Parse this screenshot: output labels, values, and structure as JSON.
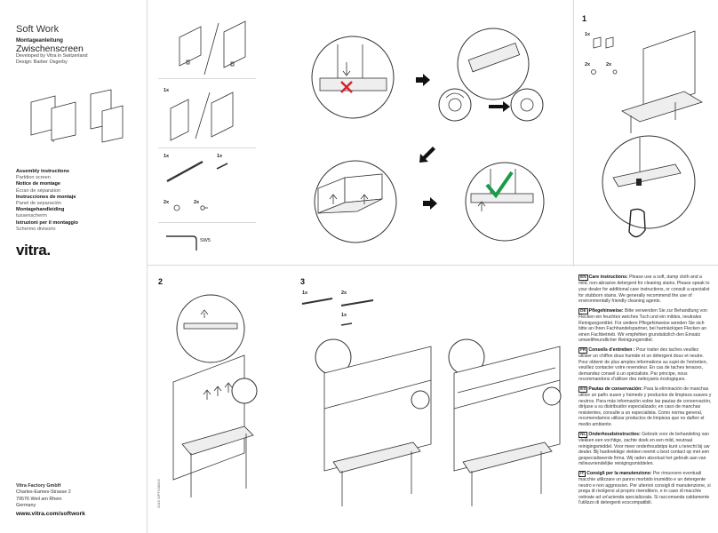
{
  "left_panel": {
    "product_title": "Soft Work",
    "manual_label": "Montageanleitung",
    "product_subtitle": "Zwischenscreen",
    "developed_by": "Developed by Vitra in Switzerland",
    "design_by": "Design: Barber Osgerby",
    "languages": [
      {
        "bold": "Assembly instructions",
        "regular": "Partition screen"
      },
      {
        "bold": "Notice de montage",
        "regular": "Écran de séparation"
      },
      {
        "bold": "Instrucciones de montaje",
        "regular": "Panel de separación"
      },
      {
        "bold": "Montagehandleiding",
        "regular": "tussenscherm"
      },
      {
        "bold": "Istruzioni per il montaggio",
        "regular": "Schermo divisorio"
      }
    ],
    "logo_text": "vitra.",
    "company": {
      "name": "Vitra Factory GmbH",
      "street": "Charles-Eames-Strasse 2",
      "city": "79576 Weil am Rhein",
      "country": "Germany"
    },
    "website": "www.vitra.com/softwork"
  },
  "parts": {
    "panel_qty": "1x",
    "rail_qty_a": "1x",
    "rail_qty_b": "1x",
    "screw_qty_a": "2x",
    "screw_qty_b": "2x",
    "tool_label": "SW5"
  },
  "steps": {
    "step1": "1",
    "step2": "2",
    "step3": "3",
    "step1_parts": {
      "clip_qty": "1x",
      "screw_qty_a": "2x",
      "screw_qty_b": "2x"
    },
    "step3_parts": {
      "rail_qty_a": "1x",
      "rail_qty_b": "2x",
      "clip_qty": "1x"
    }
  },
  "doc_code": "2015 S/PFX58026",
  "care": [
    {
      "flag": "EN",
      "title": "Care instructions:",
      "text": "Please use a soft, damp cloth and a mild, non-abrasive detergent for cleaning stains. Please speak to your dealer for additional care instructions, or consult a specialist for stubborn stains. We generally recommend the use of environmentally friendly cleaning agents."
    },
    {
      "flag": "DE",
      "title": "Pflegehinweise:",
      "text": "Bitte verwenden Sie zur Behandlung von Flecken ein feuchtes weiches Tuch und ein mildes, neutrales Reinigungsmittel. Für weitere Pflegehinweise wenden Sie sich bitte an Ihren Fachhandelspartner, bei hartnäckigen Flecken an einen Fachbetrieb. Wir empfehlen grundsätzlich den Einsatz umweltfreundlicher Reinigungsmittel."
    },
    {
      "flag": "FR",
      "title": "Conseils d'entretien :",
      "text": "Pour traiter des taches veuillez utiliser un chiffon doux humide et un détergent doux et neutre. Pour obtenir de plus amples informations au sujet de l'entretien, veuillez contacter votre revendeur. En cas de taches tenaces, demandez conseil à un spécialiste. Par principe, nous recommandons d'utiliser des nettoyants écologiques."
    },
    {
      "flag": "ES",
      "title": "Pautas de conservación:",
      "text": "Para la eliminación de manchas utilice un paño suave y húmedo y productos de limpieza suaves y neutros. Para más información sobre las pautas de conservación, diríjase a su distribuidor especializado; en caso de manchas resistentes, consulte a un especialista. Como norma general, recomendamos utilizar productos de limpieza que no dañen el medio ambiente."
    },
    {
      "flag": "NL",
      "title": "Onderhoudsinstructies:",
      "text": "Gebruik voor de behandeling van vlekken een vochtige, zachte doek en een mild, neutraal reinigingsmiddel. Voor meer onderhoudstips kunt u terecht bij uw dealer. Bij hardnekkige vlekken neemt u best contact op met een gespecialiseerde firma. Wij raden absoluut het gebruik aan van milieuvriendelijke reinigingsmiddelen."
    },
    {
      "flag": "IT",
      "title": "Consigli per la manutenzione:",
      "text": "Per rimuovere eventuali macchie utilizzare un panno morbido inumidito e un detergente neutro e non aggressivo. Per ulteriori consigli di manutenzione, si prega di rivolgersi al proprio rivenditore, e in caso di macchie ostinate ad un'azienda specializzata. Si raccomanda caldamente l'utilizzo di detergenti ecocompatibili."
    }
  ],
  "colors": {
    "accent_check": "#1a9b4a",
    "warning_x": "#d2232a",
    "divider": "#d9d9d9"
  }
}
